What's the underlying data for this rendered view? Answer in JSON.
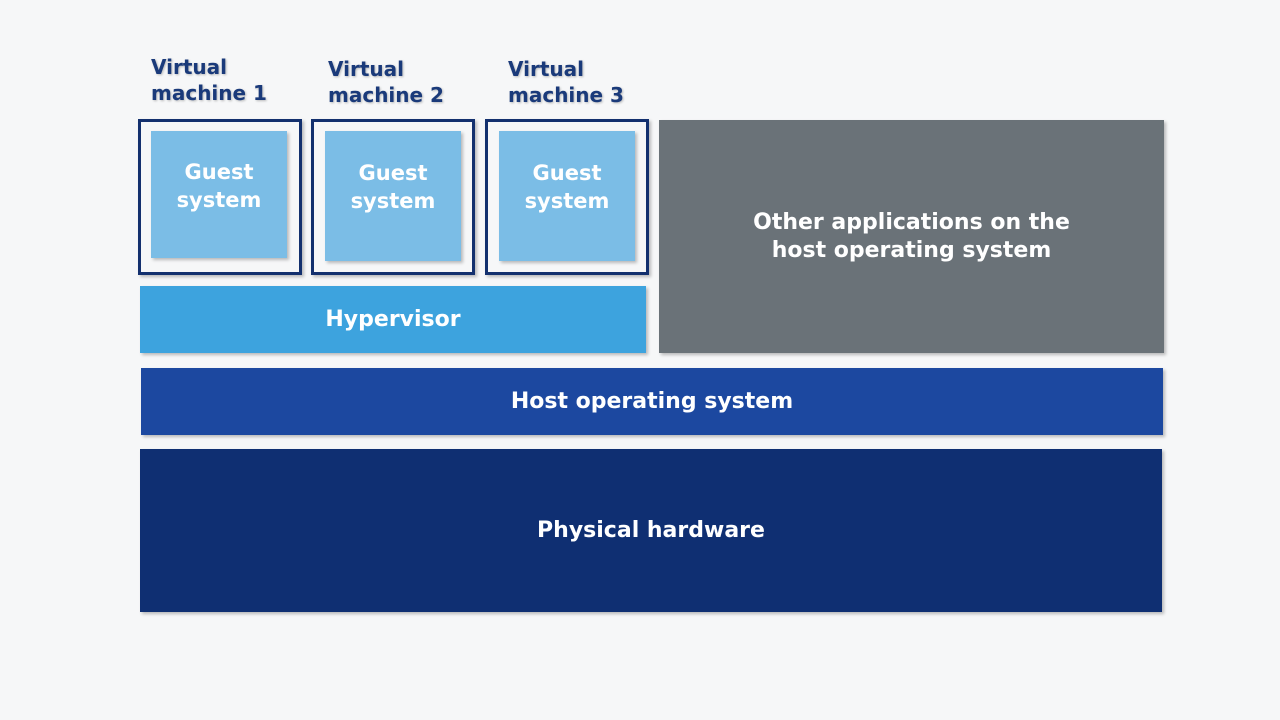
{
  "virtual_machines": [
    {
      "title_line1": "Virtual",
      "title_line2": "machine  1",
      "guest_line1": "Guest",
      "guest_line2": "system"
    },
    {
      "title_line1": "Virtual",
      "title_line2": "machine  2",
      "guest_line1": "Guest",
      "guest_line2": "system"
    },
    {
      "title_line1": "Virtual",
      "title_line2": "machine  3",
      "guest_line1": "Guest",
      "guest_line2": "system"
    }
  ],
  "layers": {
    "hypervisor": "Hypervisor",
    "other_apps_line1": "Other applications on the",
    "other_apps_line2": "host operating system",
    "host_os": "Host operating system",
    "hardware": "Physical hardware"
  },
  "colors": {
    "background": "#f6f7f8",
    "vm_frame": "#13306e",
    "guest_system": "#7bbde6",
    "hypervisor": "#3da3de",
    "other_apps": "#6a7278",
    "host_os": "#1c48a0",
    "hardware": "#0f2f72"
  }
}
